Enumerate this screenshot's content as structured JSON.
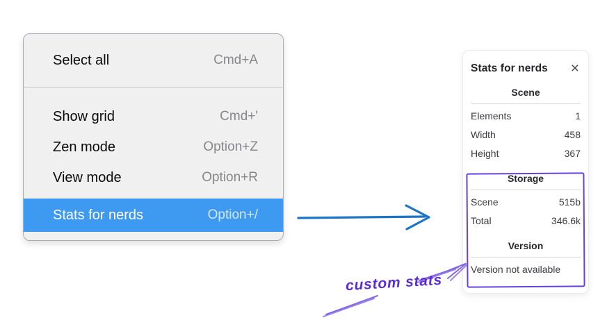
{
  "colors": {
    "menu_highlight": "#3e9af0",
    "arrow_blue": "#1b74c5",
    "annotation_violet": "#6741d9",
    "annotation_violet_light": "#8468e2",
    "annotation_text": "#5c2ed1"
  },
  "context_menu": {
    "sections": [
      {
        "items": [
          {
            "label": "Select all",
            "shortcut": "Cmd+A"
          }
        ]
      },
      {
        "items": [
          {
            "label": "Show grid",
            "shortcut": "Cmd+'"
          },
          {
            "label": "Zen mode",
            "shortcut": "Option+Z"
          },
          {
            "label": "View mode",
            "shortcut": "Option+R"
          },
          {
            "label": "Stats for nerds",
            "shortcut": "Option+/",
            "selected": true
          }
        ]
      }
    ]
  },
  "stats_panel": {
    "title": "Stats for nerds",
    "close_icon": "×",
    "scene": {
      "heading": "Scene",
      "rows": [
        {
          "label": "Elements",
          "value": "1"
        },
        {
          "label": "Width",
          "value": "458"
        },
        {
          "label": "Height",
          "value": "367"
        }
      ]
    },
    "storage": {
      "heading": "Storage",
      "rows": [
        {
          "label": "Scene",
          "value": "515b"
        },
        {
          "label": "Total",
          "value": "346.6k"
        }
      ]
    },
    "version": {
      "heading": "Version",
      "note": "Version not available"
    }
  },
  "annotation": {
    "label": "custom stats"
  }
}
